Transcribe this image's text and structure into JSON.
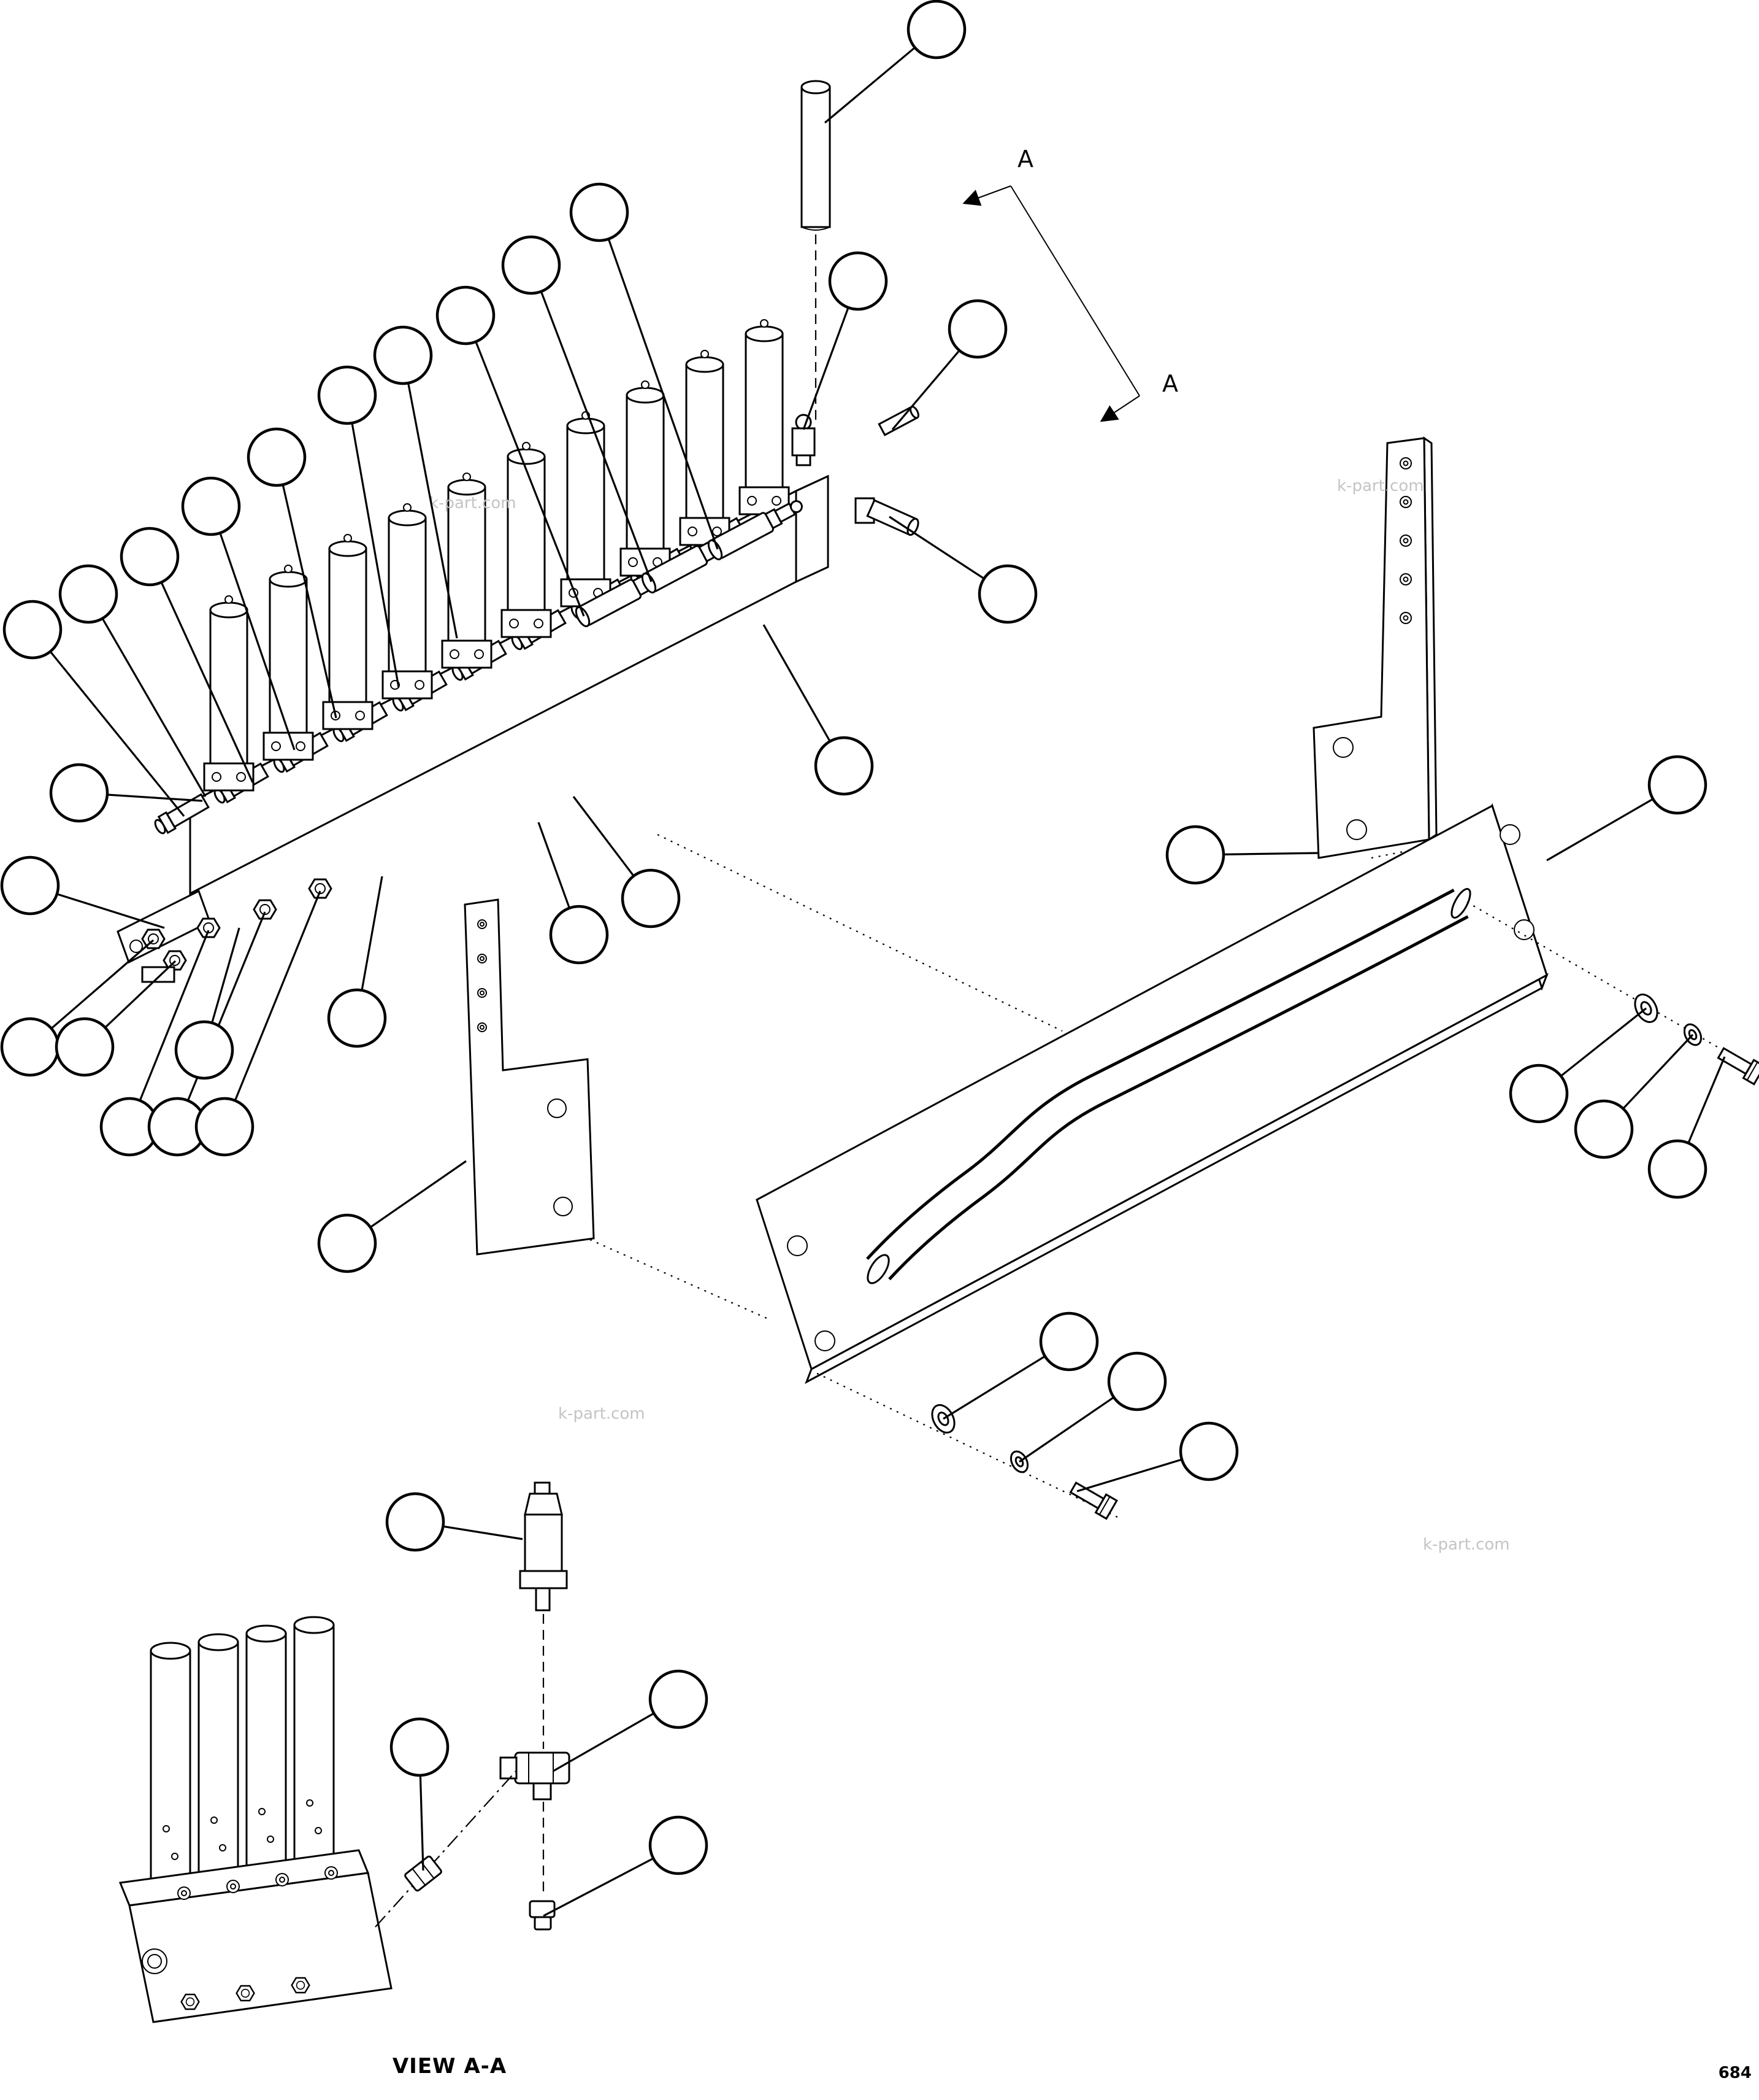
{
  "document": {
    "type": "exploded-parts-diagram",
    "background_color": "#ffffff",
    "line_color": "#000000",
    "watermark_color": "#c4c4c4"
  },
  "labels": {
    "section_marker_top": "A",
    "section_marker_bottom": "A",
    "view_caption": "VIEW A-A",
    "page_number": "684"
  },
  "watermarks": [
    {
      "text": "k-part.com"
    },
    {
      "text": "k-part.com"
    },
    {
      "text": "k-part.com"
    },
    {
      "text": "k-part.com"
    }
  ],
  "callouts": {
    "count": 39,
    "style": "unnumbered-circle"
  }
}
